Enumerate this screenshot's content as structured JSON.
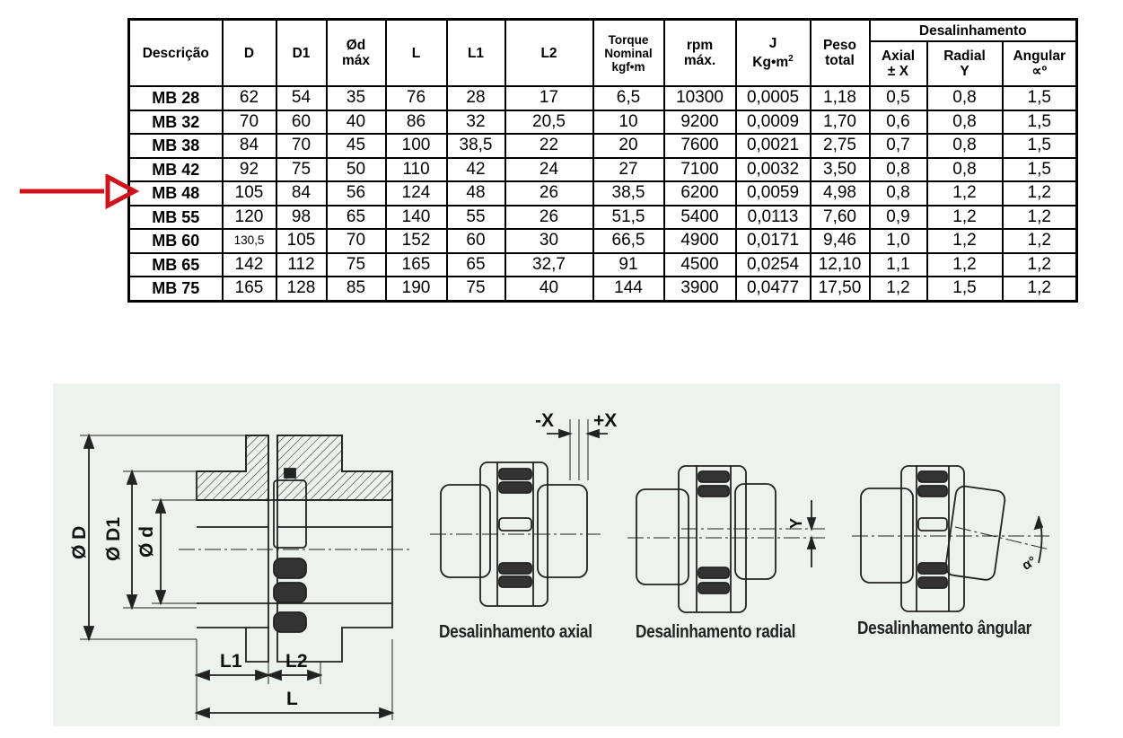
{
  "table": {
    "headers": {
      "descricao": "Descrição",
      "d": "D",
      "d1": "D1",
      "od_line1": "Ød",
      "od_line2": "máx",
      "l": "L",
      "l1": "L1",
      "l2": "L2",
      "torque_line1": "Torque",
      "torque_line2": "Nominal",
      "torque_line3": "kgf•m",
      "rpm_line1": "rpm",
      "rpm_line2": "máx.",
      "j_line1": "J",
      "j_line2": "Kg•m",
      "j_sup": "2",
      "peso_line1": "Peso",
      "peso_line2": "total",
      "desalinhamento": "Desalinhamento",
      "axial_line1": "Axial",
      "axial_line2": "± X",
      "radial_line1": "Radial",
      "radial_line2": "Y",
      "angular_line1": "Angular",
      "angular_line2": "∝º"
    },
    "rows": [
      [
        "MB 28",
        "62",
        "54",
        "35",
        "76",
        "28",
        "17",
        "6,5",
        "10300",
        "0,0005",
        "1,18",
        "0,5",
        "0,8",
        "1,5"
      ],
      [
        "MB 32",
        "70",
        "60",
        "40",
        "86",
        "32",
        "20,5",
        "10",
        "9200",
        "0,0009",
        "1,70",
        "0,6",
        "0,8",
        "1,5"
      ],
      [
        "MB 38",
        "84",
        "70",
        "45",
        "100",
        "38,5",
        "22",
        "20",
        "7600",
        "0,0021",
        "2,75",
        "0,7",
        "0,8",
        "1,5"
      ],
      [
        "MB 42",
        "92",
        "75",
        "50",
        "110",
        "42",
        "24",
        "27",
        "7100",
        "0,0032",
        "3,50",
        "0,8",
        "0,8",
        "1,5"
      ],
      [
        "MB 48",
        "105",
        "84",
        "56",
        "124",
        "48",
        "26",
        "38,5",
        "6200",
        "0,0059",
        "4,98",
        "0,8",
        "1,2",
        "1,2"
      ],
      [
        "MB 55",
        "120",
        "98",
        "65",
        "140",
        "55",
        "26",
        "51,5",
        "5400",
        "0,0113",
        "7,60",
        "0,9",
        "1,2",
        "1,2"
      ],
      [
        "MB 60",
        "130,5",
        "105",
        "70",
        "152",
        "60",
        "30",
        "66,5",
        "4900",
        "0,0171",
        "9,46",
        "1,0",
        "1,2",
        "1,2"
      ],
      [
        "MB 65",
        "142",
        "112",
        "75",
        "165",
        "65",
        "32,7",
        "91",
        "4500",
        "0,0254",
        "12,10",
        "1,1",
        "1,2",
        "1,2"
      ],
      [
        "MB 75",
        "165",
        "128",
        "85",
        "190",
        "75",
        "40",
        "144",
        "3900",
        "0,0477",
        "17,50",
        "1,2",
        "1,5",
        "1,2"
      ]
    ]
  },
  "arrow_color": "#d0121b",
  "drawing": {
    "background": "#eef2ee",
    "dim_labels": {
      "od": "Ø D",
      "od1": "Ø D1",
      "odd": "Ø d",
      "l1": "L1",
      "l2": "L2",
      "l": "L",
      "minus_x": "-X",
      "plus_x": "+X",
      "y": "Y",
      "alpha": "α°"
    },
    "captions": {
      "axial": "Desalinhamento axial",
      "radial": "Desalinhamento radial",
      "angular": "Desalinhamento ângular"
    }
  }
}
